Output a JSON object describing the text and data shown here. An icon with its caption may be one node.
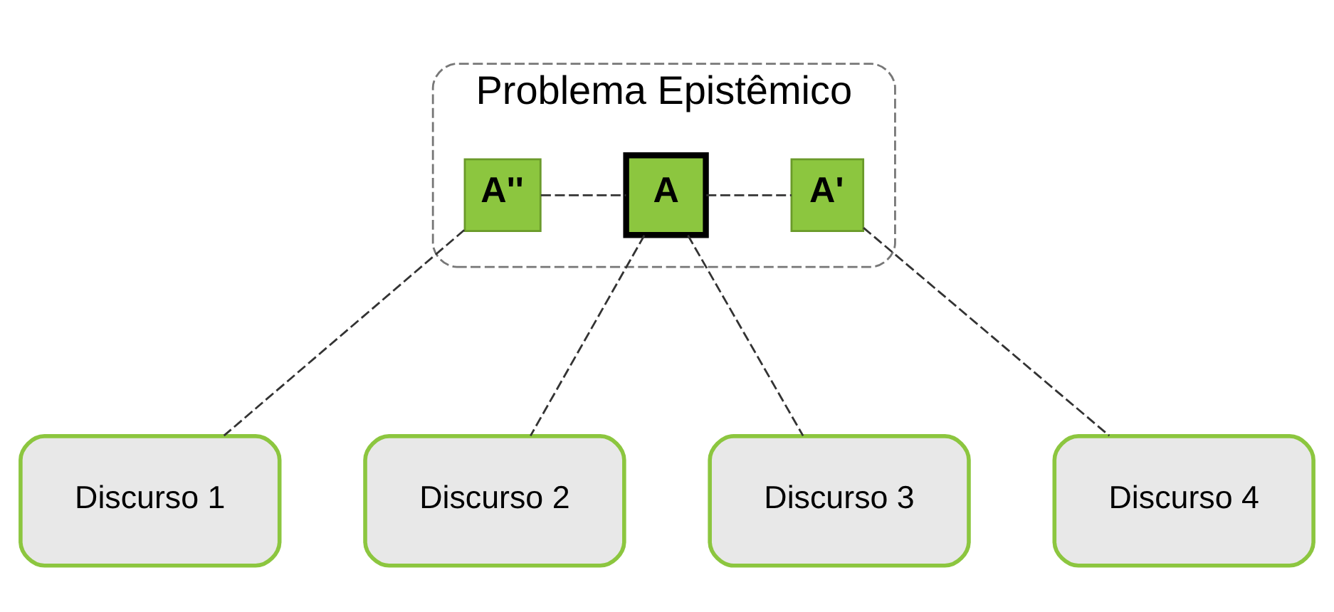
{
  "diagram": {
    "nodes": [
      {
        "text": [
          "Problema Epistêmico"
        ]
      },
      {
        "text": [
          "A''"
        ],
        "in": 0
      },
      {
        "text": [
          "A"
        ],
        "in": 0
      },
      {
        "text": [
          "A'"
        ],
        "in": 0
      },
      {
        "text": [
          "Discurso 1"
        ]
      },
      {
        "text": [
          "Discurso 2"
        ]
      },
      {
        "text": [
          "Discurso 3"
        ]
      },
      {
        "text": [
          "Discurso 4"
        ]
      }
    ],
    "edges": [
      {
        "from": 1,
        "to": 2,
        "arrow": "none",
        "style": "dashed"
      },
      {
        "from": 2,
        "to": 3,
        "arrow": "none",
        "style": "dashed"
      },
      {
        "from": 1,
        "to": 4,
        "arrow": "none",
        "style": "dashed"
      },
      {
        "from": 2,
        "to": 5,
        "arrow": "none",
        "style": "dashed"
      },
      {
        "from": 2,
        "to": 6,
        "arrow": "none",
        "style": "dashed"
      },
      {
        "from": 3,
        "to": 7,
        "arrow": "none",
        "style": "dashed"
      }
    ]
  }
}
